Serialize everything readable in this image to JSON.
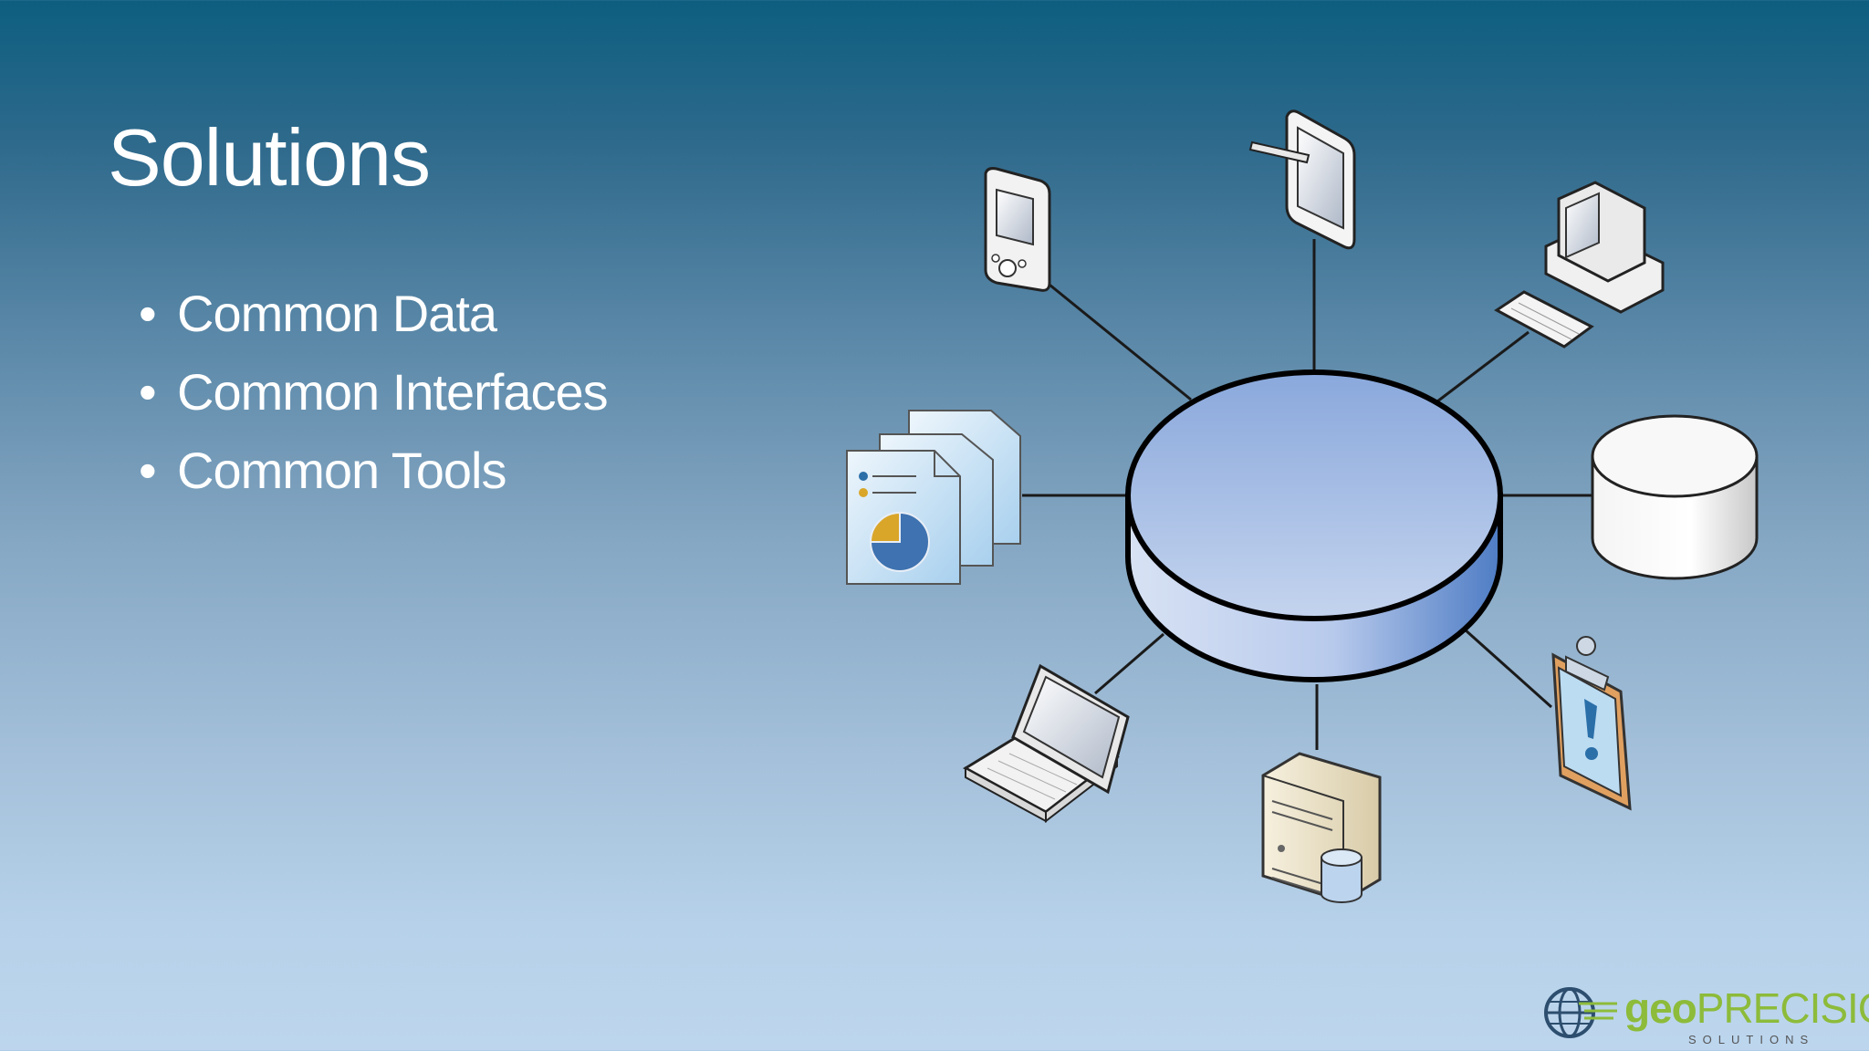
{
  "slide": {
    "title": "Solutions",
    "bullets": [
      "Common Data",
      "Common Interfaces",
      "Common Tools"
    ]
  },
  "logo": {
    "brand_geo": "geo",
    "brand_precision": "PRECISION",
    "tagline": "SOLUTIONS",
    "icon": "globe-icon"
  },
  "diagram": {
    "hub": "cylinder-database",
    "nodes": [
      "pda",
      "tablet",
      "desktop-computer",
      "database-cylinder",
      "clipboard-alert",
      "server",
      "laptop",
      "documents-report"
    ]
  },
  "colors": {
    "background_top": "#0d5e80",
    "background_bottom": "#bdd6ee",
    "text": "#ffffff",
    "hub_fill": "#9ab4e4",
    "brand_green": "#8dbb3a"
  }
}
